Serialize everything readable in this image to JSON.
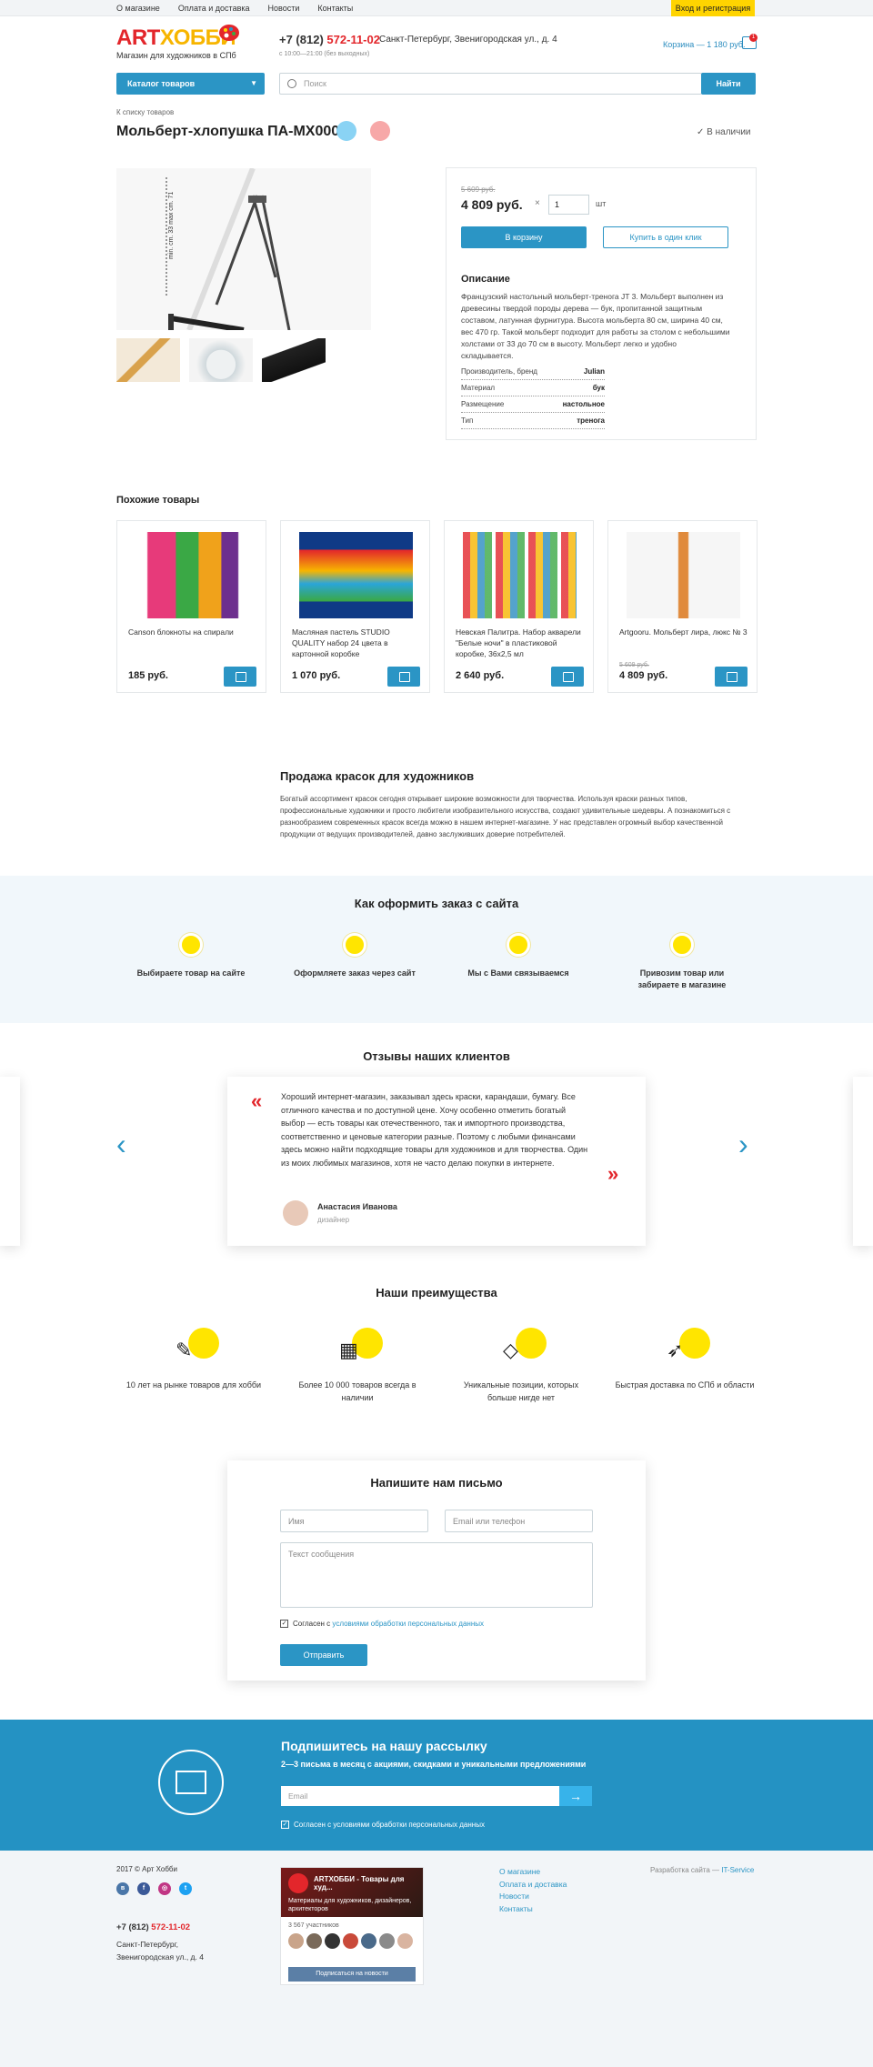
{
  "topbar": {
    "nav": [
      "О магазине",
      "Оплата и доставка",
      "Новости",
      "Контакты"
    ],
    "login": "Вход и регистрация"
  },
  "header": {
    "logo_art": "ART",
    "logo_hobby": "ХОББИ",
    "tagline": "Магазин для художников в СПб",
    "phone_prefix": "+7 (812)",
    "phone_number": "572-11-02",
    "hours": "с 10:00—21:00 (без выходных)",
    "address": "Санкт-Петербург, Звенигородская ул., д. 4",
    "cart_link": "Корзина — 1 180 руб.",
    "cart_count": "1",
    "catalog_label": "Каталог товаров",
    "search_placeholder": "Поиск",
    "search_button": "Найти"
  },
  "product": {
    "back": "К списку товаров",
    "title": "Мольберт-хлопушка ПА-МХ0002",
    "stock": "В наличии",
    "image_label": "min. cm. 33 max cm. 71",
    "old_price": "5 609 руб.",
    "price": "4 809 руб.",
    "qty": "1",
    "unit": "шт",
    "to_cart": "В корзину",
    "one_click": "Купить в один клик",
    "desc_title": "Описание",
    "desc": "Французский настольный мольберт-тренога JT 3. Мольберт выполнен из древесины твердой породы дерева — бук, пропитанной защитным составом, латунная фурнитура. Высота мольберта 80 см, ширина 40 см, вес 470 гр. Такой мольберт подходит для работы за столом с небольшими холстами от 33 до 70 см в высоту. Мольберт легко и удобно складывается.",
    "specs": [
      {
        "k": "Производитель, бренд",
        "v": "Julian"
      },
      {
        "k": "Материал",
        "v": "бук"
      },
      {
        "k": "Размещение",
        "v": "настольное"
      },
      {
        "k": "Тип",
        "v": "тренога"
      }
    ]
  },
  "similar": {
    "title": "Похожие товары",
    "items": [
      {
        "name": "Canson блокноты на спирали",
        "old": "",
        "price": "185 руб."
      },
      {
        "name": "Масляная пастель STUDIO QUALITY набор 24 цвета в картонной коробке",
        "old": "",
        "price": "1 070 руб."
      },
      {
        "name": "Невская Палитра. Набор акварели \"Белые ночи\" в пластиковой коробке, 36х2,5 мл",
        "old": "",
        "price": "2 640 руб."
      },
      {
        "name": "Artgooru. Мольберт лира, люкс № 3",
        "old": "5 609 руб.",
        "price": "4 809 руб."
      }
    ]
  },
  "seo": {
    "title": "Продажа красок для художников",
    "text": "Богатый ассортимент красок сегодня открывает широкие возможности для творчества. Используя краски разных типов, профессиональные художники и просто любители изобразительного искусства, создают удивительные шедевры. А познакомиться с разнообразием современных красок всегда можно в нашем интернет-магазине. У нас представлен огромный выбор качественной продукции от ведущих производителей, давно заслуживших доверие потребителей."
  },
  "how": {
    "title": "Как оформить заказ с сайта",
    "steps": [
      "Выбираете товар на сайте",
      "Оформляете заказ через сайт",
      "Мы с Вами связываемся",
      "Привозим товар или забираете в магазине"
    ]
  },
  "reviews": {
    "title": "Отзывы наших клиентов",
    "text": "Хороший интернет-магазин, заказывал здесь краски, карандаши, бумагу. Все отличного качества и по доступной цене. Хочу особенно отметить богатый выбор — есть товары как отечественного, так и импортного производства, соответственно и ценовые категории разные. Поэтому с любыми финансами здесь можно найти подходящие товары для художников и для творчества. Один из моих любимых магазинов, хотя не часто делаю покупки в интернете.",
    "name": "Анастасия Иванова",
    "role": "дизайнер"
  },
  "advantages": {
    "title": "Наши преимущества",
    "items": [
      "10 лет на рынке товаров для хобби",
      "Более 10 000 товаров всегда в наличии",
      "Уникальные позиции, которых больше нигде нет",
      "Быстрая доставка по СПб и области"
    ]
  },
  "contact": {
    "title": "Напишите нам письмо",
    "name_ph": "Имя",
    "email_ph": "Email или телефон",
    "msg_ph": "Текст сообщения",
    "agree_pre": "Согласен с",
    "agree_link": "условиями обработки персональных данных",
    "send": "Отправить"
  },
  "subscribe": {
    "title": "Подпишитесь на нашу рассылку",
    "sub": "2—3 письма в месяц с акциями, скидками и уникальными предложениями",
    "email_ph": "Email",
    "agree": "Согласен с условиями обработки персональных данных"
  },
  "footer": {
    "copy": "2017 © Арт Хобби",
    "phone_prefix": "+7 (812)",
    "phone_number": "572-11-02",
    "address": "Санкт-Петербург,\nЗвенигородская ул., д. 4",
    "vk_title": "ARTХОББИ - Товары для худ...",
    "vk_sub": "Материалы для художников, дизайнеров, архитекторов",
    "vk_members": "3 567 участников",
    "vk_button": "Подписаться на новости",
    "links": [
      "О магазине",
      "Оплата и доставка",
      "Новости",
      "Контакты"
    ],
    "dev_pre": "Разработка сайта —",
    "dev_link": "IT-Service"
  },
  "colors": {
    "accent": "#2b95c5",
    "brand_red": "#e3262b",
    "brand_yellow": "#ffd400"
  }
}
